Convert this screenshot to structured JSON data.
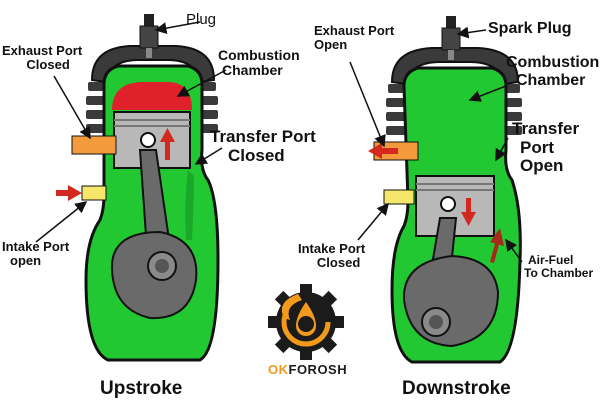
{
  "colors": {
    "coolant": "#22c832",
    "outline": "#111111",
    "fins": "#3a3a3a",
    "combustion": "#e0202a",
    "piston": "#b8b8b8",
    "rod": "#6a6a6a",
    "exhaust_port": "#f39a3c",
    "intake_port": "#f6e76a",
    "arrow": "#d2281e",
    "logo_orange": "#f39a1c",
    "logo_dark": "#1b1b1b"
  },
  "left": {
    "plug_label": "Plug",
    "exhaust_line1": "Exhaust Port",
    "exhaust_line2": "Closed",
    "combustion_line1": "Combustion",
    "combustion_line2": "Chamber",
    "transfer_line1": "Transfer Port",
    "transfer_line2": "Closed",
    "intake_line1": "Intake Port",
    "intake_line2": "open",
    "caption": "Upstroke"
  },
  "right": {
    "plug_label": "Spark Plug",
    "exhaust_line1": "Exhaust Port",
    "exhaust_line2": "Open",
    "combustion_line1": "Combustion",
    "combustion_line2": "Chamber",
    "transfer_line1": "Transfer",
    "transfer_line2": "Port",
    "transfer_line3": "Open",
    "intake_line1": "Intake Port",
    "intake_line2": "Closed",
    "airfuel_line1": "Air-Fuel",
    "airfuel_line2": "To Chamber",
    "caption": "Downstroke"
  },
  "logo": {
    "text_part1": "OK",
    "text_part2": "FOROSH"
  },
  "icons": [
    "spark-plug-icon",
    "gear-logo-icon",
    "arrow-up-icon",
    "arrow-down-icon",
    "arrow-left-icon",
    "arrow-right-icon"
  ]
}
